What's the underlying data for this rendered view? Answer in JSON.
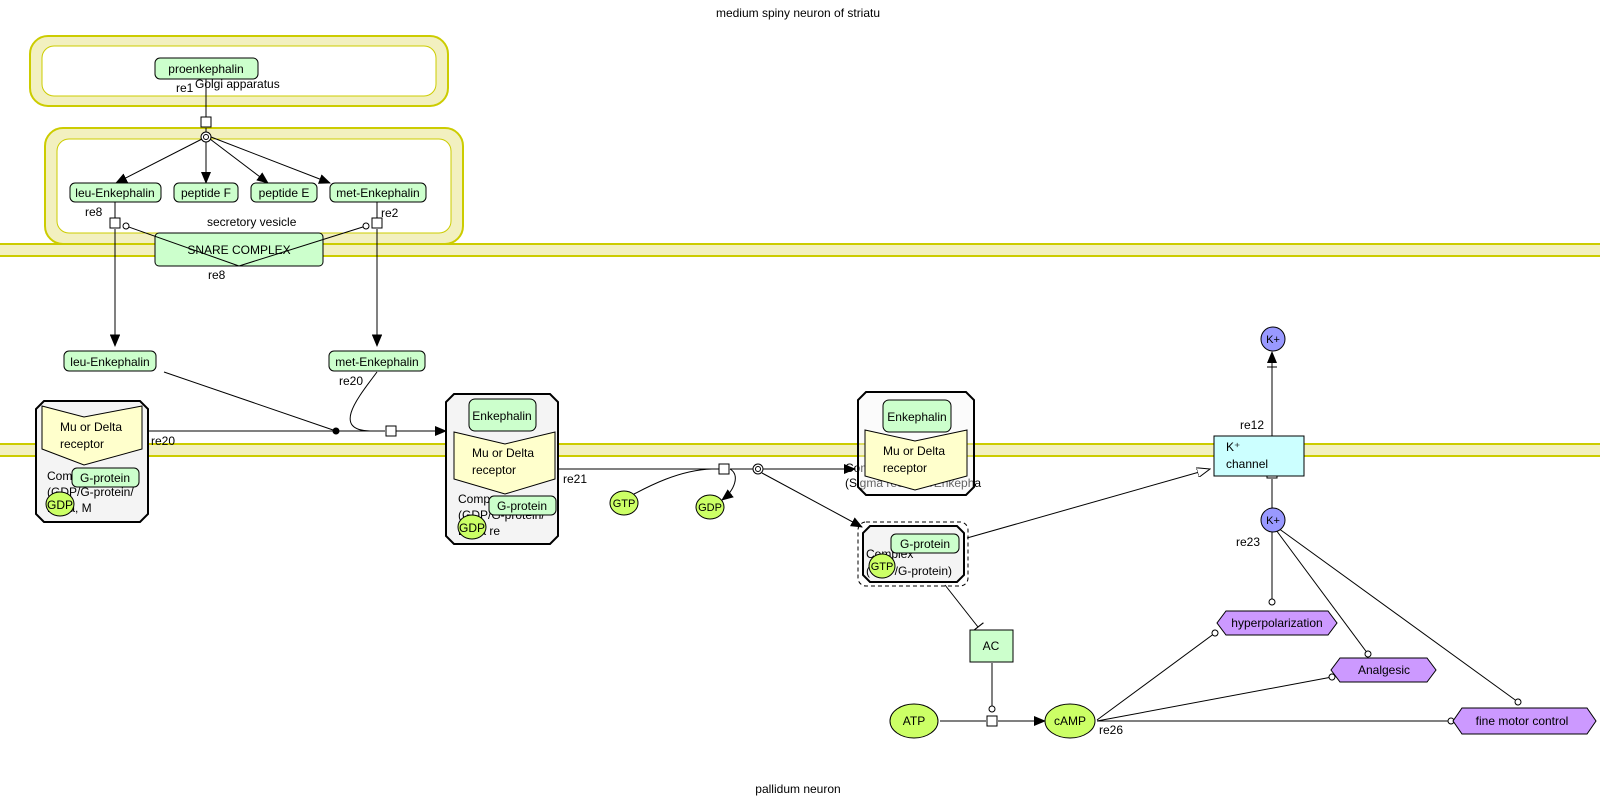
{
  "compartments": {
    "top_cell": "medium spiny neuron of striatu",
    "bottom_cell": "pallidum neuron",
    "golgi": "Golgi apparatus",
    "vesicle": "secretory vesicle"
  },
  "colors": {
    "membrane": "#cccc00",
    "membrane_fill": "#f2f0c0",
    "protein": "#ccffcc",
    "receptor": "#ffffcc",
    "small_molecule": "#ccff66",
    "ion": "#9999ff",
    "phenotype": "#cc99ff",
    "channel": "#ccffff",
    "complex_fill": "#f4f4f4"
  },
  "species": {
    "proenkephalin": "proenkephalin",
    "leu_enk_vesicle": "leu-Enkephalin",
    "peptide_f": "peptide F",
    "peptide_e": "peptide E",
    "met_enk_vesicle": "met-Enkephalin",
    "snare": "SNARE COMPLEX",
    "leu_enk_cleft": "leu-Enkephalin",
    "met_enk_cleft": "met-Enkephalin",
    "receptor_1": "Mu or Delta receptor",
    "receptor_1_l1": "Mu or Delta",
    "receptor_1_l2": "receptor",
    "complex_1_text_l1": "Com",
    "complex_1_text_l2": "(GDP/G-protein/",
    "complex_1_text_l3": "Delta, M",
    "gprotein_1": "G-protein",
    "gdp_1": "GDP",
    "enkephalin_2": "Enkephalin",
    "receptor_2_l1": "Mu or Delta",
    "receptor_2_l2": "receptor",
    "complex_2_text_l1": "Comp",
    "complex_2_text_l2": "(GDP/G-protein/",
    "complex_2_text_l3": "Delta re",
    "gprotein_2": "G-protein",
    "gdp_2": "GDP",
    "gtp_free": "GTP",
    "gdp_free": "GDP",
    "enkephalin_3": "Enkephalin",
    "receptor_3_l1": "Mu or Delta",
    "receptor_3_l2": "receptor",
    "complex_3_text_l1": "Com",
    "complex_3_text_l2": "(Sigma receptor/Enkepha",
    "gprotein_4": "G-protein",
    "gtp_4": "GTP",
    "complex_4_text_l1": "Complex",
    "complex_4_text_l2": "(GTP/G-protein)",
    "k_channel_l1": "K⁺",
    "k_channel_l2": "channel",
    "k_out": "K+",
    "k_in": "K+",
    "ac": "AC",
    "atp": "ATP",
    "camp": "cAMP",
    "hyperpolarization": "hyperpolarization",
    "analgesic": "Analgesic",
    "fine_motor": "fine motor control"
  },
  "reactions": {
    "re1": "re1",
    "re8": "re8",
    "re2": "re2",
    "re8b": "re8",
    "re20a": "re20",
    "re20b": "re20",
    "re21": "re21",
    "re12": "re12",
    "re23": "re23",
    "re26": "re26"
  }
}
